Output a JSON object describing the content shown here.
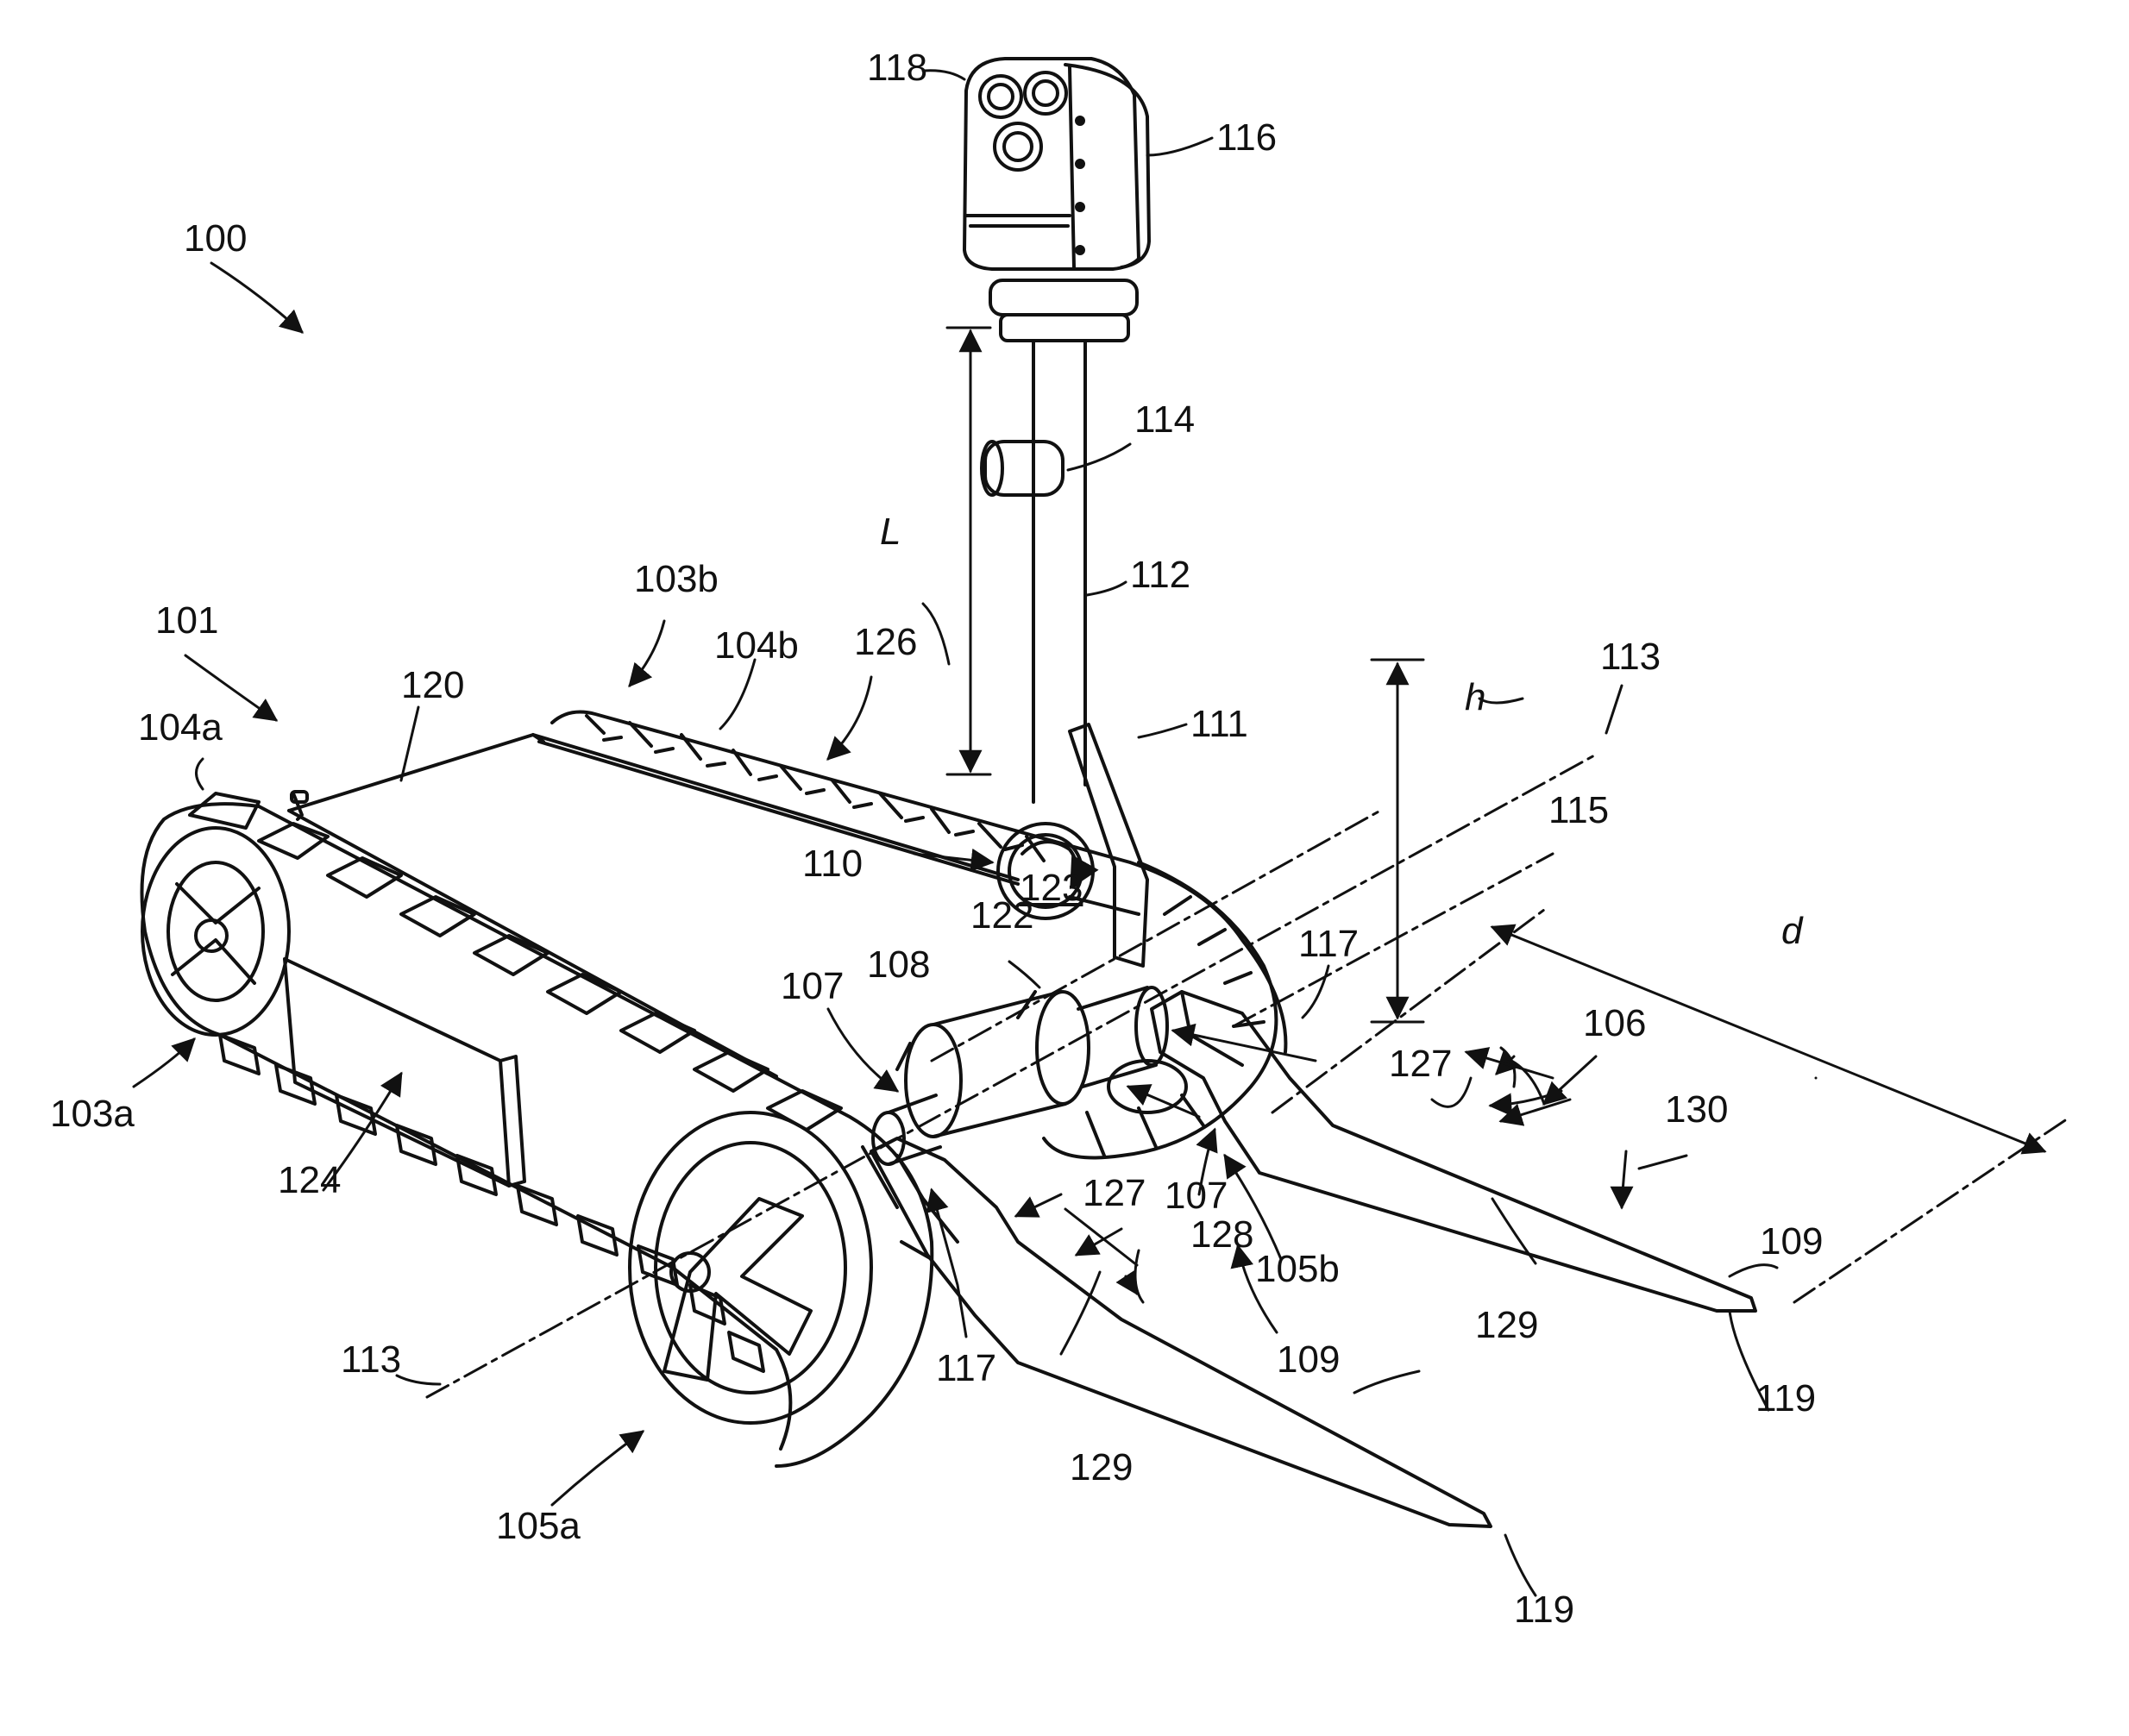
{
  "figure": {
    "labels": {
      "l100": "100",
      "l101": "101",
      "l103a": "103a",
      "l103b": "103b",
      "l104a": "104a",
      "l104b": "104b",
      "l105a": "105a",
      "l105b": "105b",
      "l106": "106",
      "l107a": "107",
      "l107b": "107",
      "l108": "108",
      "l109a": "109",
      "l109b": "109",
      "l110": "110",
      "l111": "111",
      "l112": "112",
      "l113a": "113",
      "l113b": "113",
      "l114": "114",
      "l115": "115",
      "l116": "116",
      "l117a": "117",
      "l117b": "117",
      "l118": "118",
      "l119a": "119",
      "l119b": "119",
      "l120": "120",
      "l122": "122",
      "l123": "123",
      "l124": "124",
      "l126": "126",
      "l127a": "127",
      "l127b": "127",
      "l128": "128",
      "l129a": "129",
      "l129b": "129",
      "l130": "130",
      "dim_L": "L",
      "dim_h": "h",
      "dim_d": "d"
    },
    "colors": {
      "line": "#111111",
      "background": "#ffffff"
    }
  }
}
